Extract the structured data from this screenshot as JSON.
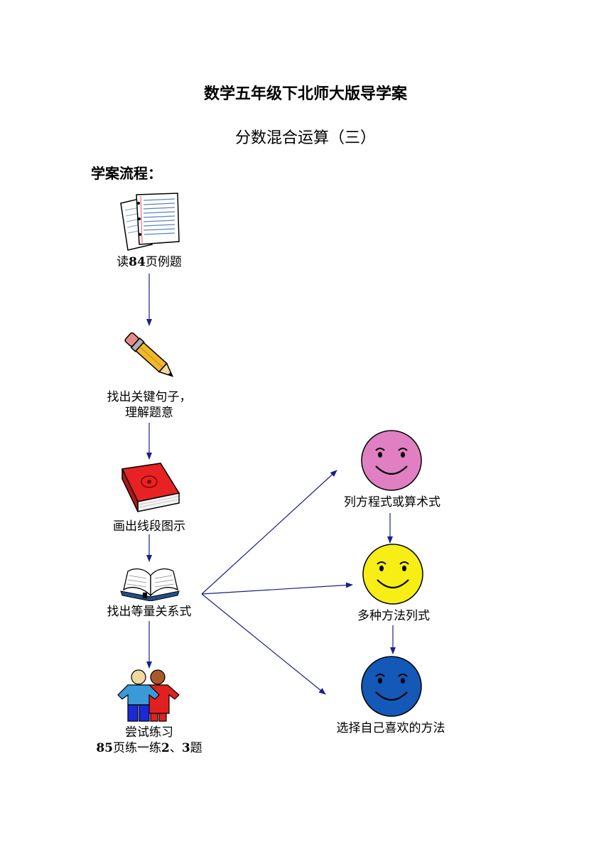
{
  "header": {
    "title": "数学五年级下北师大版导学案",
    "subtitle": "分数混合运算（三）",
    "flow_label": "学案流程："
  },
  "steps": [
    {
      "pre": "读",
      "num": "84",
      "post": "页例题",
      "icon": "paper-sheets-icon"
    },
    {
      "line1": "找出关键句子，",
      "line2": "理解题意",
      "icon": "pencil-icon"
    },
    {
      "text": "画出线段图示",
      "icon": "red-book-icon"
    },
    {
      "text": "找出等量关系式",
      "icon": "open-book-icon"
    },
    {
      "line1": "尝试练习",
      "l2_num1": "85",
      "l2_mid": "页练一练",
      "l2_num2": "2",
      "l2_sep": "、",
      "l2_num3": "3",
      "l2_end": "题",
      "icon": "two-people-icon"
    }
  ],
  "methods": [
    {
      "text": "列方程式或算术式",
      "color": "#e07fc2",
      "icon": "pink-smiley-icon"
    },
    {
      "text": "多种方法列式",
      "color": "#f6ee14",
      "icon": "yellow-smiley-icon"
    },
    {
      "text": "选择自己喜欢的方法",
      "color": "#1458b8",
      "icon": "blue-smiley-icon"
    }
  ],
  "colors": {
    "arrow": "#1b1f8a"
  }
}
